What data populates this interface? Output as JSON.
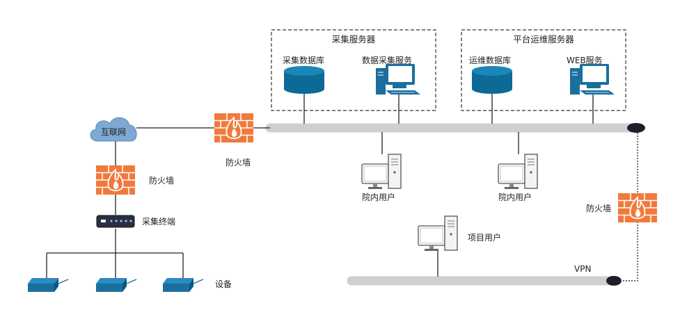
{
  "groups": {
    "collect_servers": {
      "title": "采集服务器",
      "database": "采集数据库",
      "service": "数据采集服务"
    },
    "ops_servers": {
      "title": "平台运维服务器",
      "database": "运维数据库",
      "service": "WEB服务"
    }
  },
  "nodes": {
    "internet": "互联网",
    "firewall_main": "防火墙",
    "firewall_left": "防火墙",
    "firewall_vpn": "防火墙",
    "collect_terminal": "采集终端",
    "devices": "设备",
    "hospital_user_1": "院内用户",
    "hospital_user_2": "院内用户",
    "project_user": "项目用户",
    "vpn": "VPN"
  },
  "colors": {
    "cylinder": "#0d6a96",
    "device_blue": "#1a6f9e",
    "firewall": "#f07a3c",
    "bus": "#cfcfcf",
    "cloud": "#7fa9d4"
  }
}
